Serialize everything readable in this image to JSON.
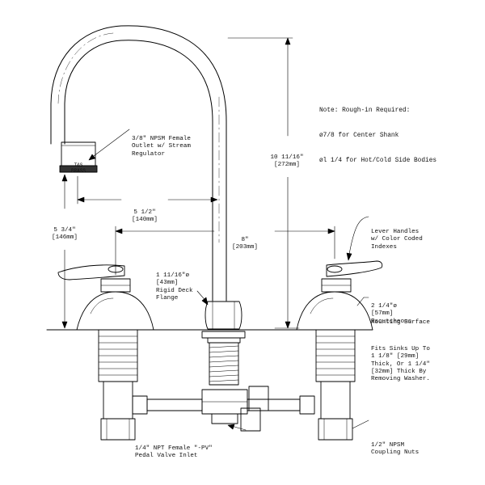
{
  "diagram": {
    "brand_mark": [
      "T&S",
      "BRASS"
    ],
    "note": {
      "title": "Note: Rough-in Required:",
      "center": "ø7/8 for Center Shank",
      "sides": "øl 1/4 for Hot/Cold Side Bodies"
    },
    "callouts": {
      "outlet": [
        "3/8\" NPSM Female",
        "Outlet w/ Stream",
        "Regulator"
      ],
      "reach": [
        "5 1/2\"",
        "[140mm]"
      ],
      "height": [
        "10 11/16\"",
        "[272mm]"
      ],
      "spout_height": [
        "5 3/4\"",
        "[146mm]"
      ],
      "centers": [
        "8\"",
        "[203mm]"
      ],
      "flange": [
        "1 11/16\"ø",
        "[43mm]",
        "Rigid Deck",
        "Flange"
      ],
      "lever": [
        "Lever Handles",
        "w/ Color Coded",
        "Indexes"
      ],
      "escutcheon": [
        "2 1/4\"ø",
        "[57mm]",
        "Escutcheons"
      ],
      "mounting": "Mounting Surface",
      "fits": [
        "Fits Sinks Up To",
        "1 1/8\" [29mm]",
        "Thick, Or 1 1/4\"",
        "[32mm] Thick By",
        "Removing Washer."
      ],
      "pedal": [
        "1/4\" NPT Female \"-PV\"",
        "Pedal Valve Inlet"
      ],
      "coupling": [
        "1/2\" NPSM",
        "Coupling Nuts"
      ]
    }
  }
}
